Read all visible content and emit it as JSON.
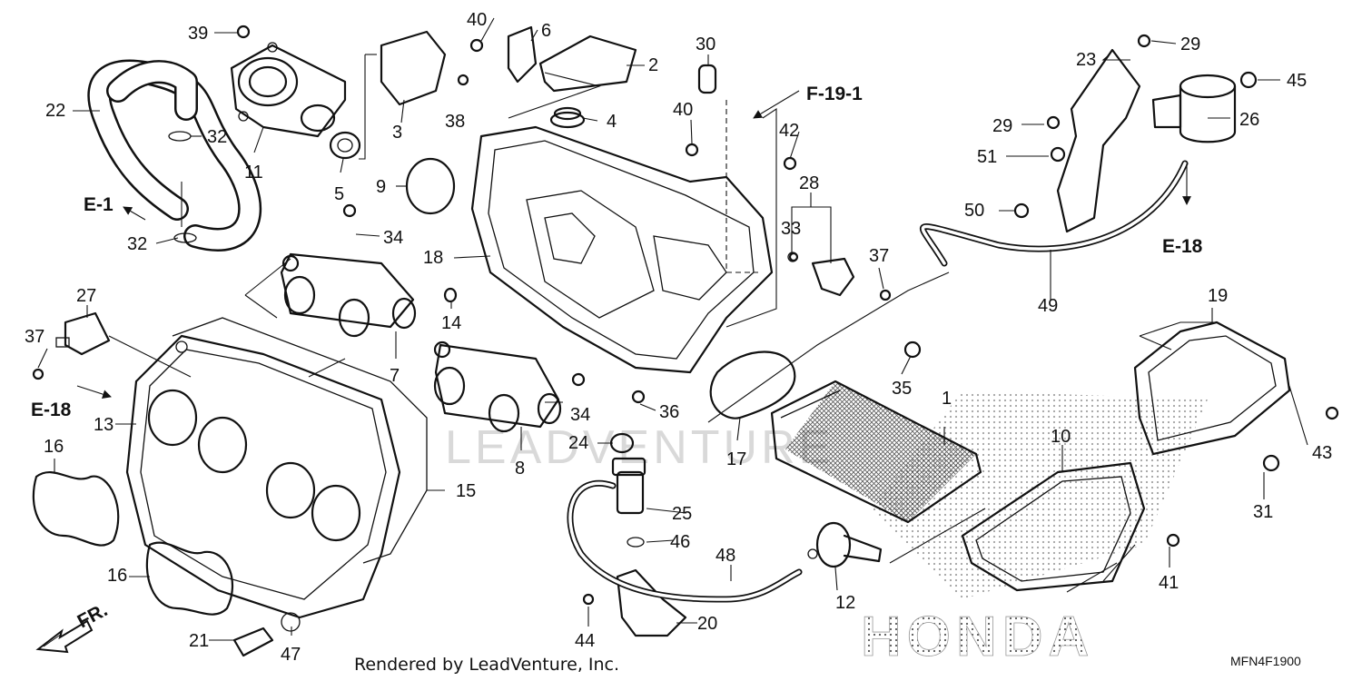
{
  "part_numbers": [
    "1",
    "2",
    "3",
    "4",
    "5",
    "6",
    "7",
    "8",
    "9",
    "10",
    "11",
    "12",
    "13",
    "14",
    "15",
    "16",
    "16",
    "17",
    "18",
    "19",
    "20",
    "21",
    "22",
    "23",
    "24",
    "25",
    "26",
    "27",
    "28",
    "29",
    "29",
    "30",
    "31",
    "32",
    "32",
    "33",
    "34",
    "34",
    "35",
    "36",
    "37",
    "37",
    "38",
    "39",
    "40",
    "40",
    "41",
    "42",
    "43",
    "44",
    "45",
    "46",
    "47",
    "48",
    "49",
    "50",
    "51"
  ],
  "references": {
    "e1": "E-1",
    "e18_left": "E-18",
    "e18_right": "E-18",
    "f19": "F-19-1"
  },
  "front_marker": "FR.",
  "credit": "Rendered by LeadVenture, Inc.",
  "diagram_code": "MFN4F1900",
  "watermark": "LEADVENTURE",
  "brand_logo_text": "HONDA"
}
